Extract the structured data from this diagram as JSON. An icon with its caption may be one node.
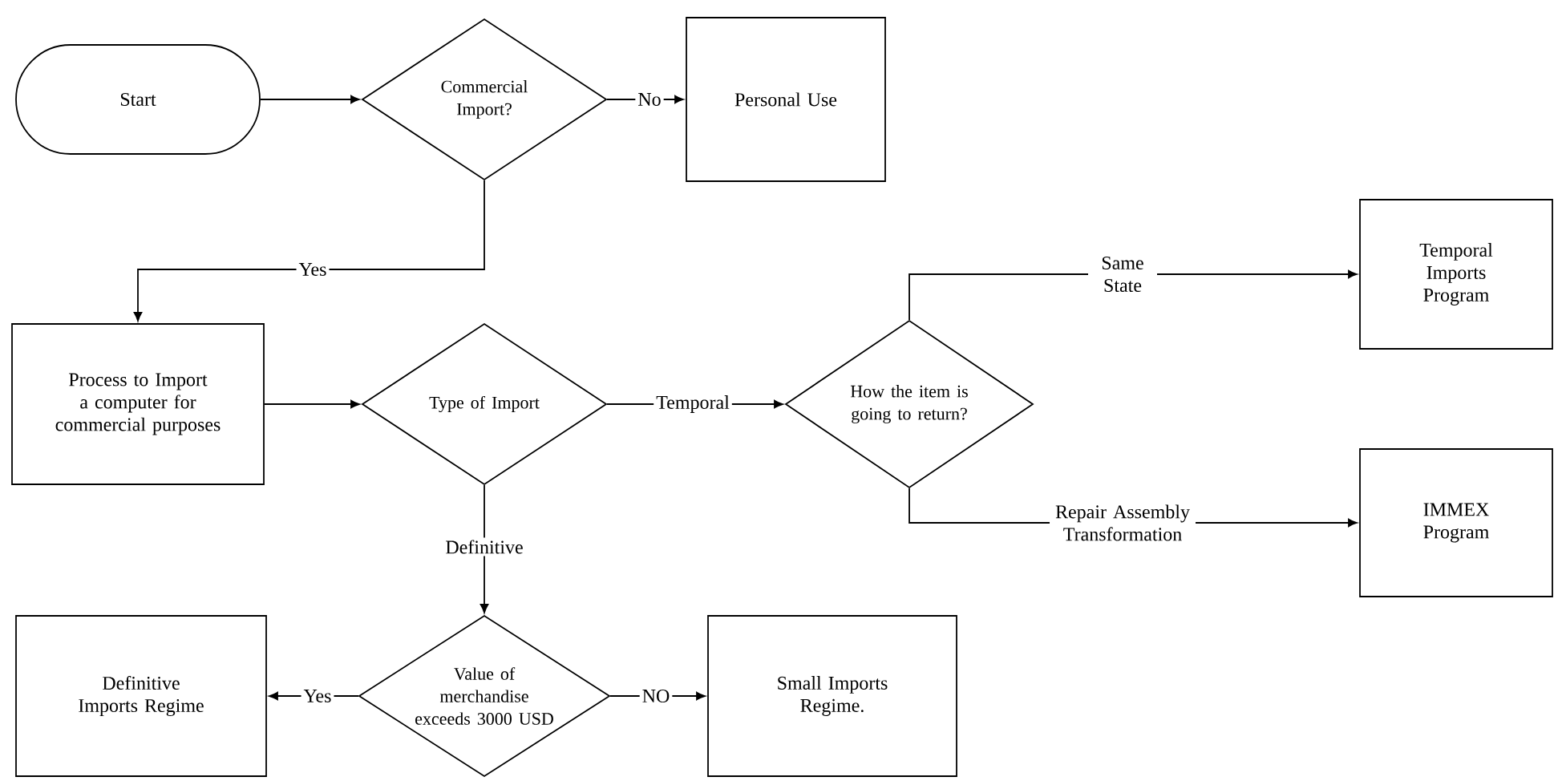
{
  "diagram": {
    "nodes": [
      {
        "text": [
          "Start"
        ]
      },
      {
        "text": [
          "Commercial Import?"
        ]
      },
      {
        "text": [
          "Personal Use"
        ]
      },
      {
        "text": [
          "Process to Import a computer for commercial purposes"
        ]
      },
      {
        "text": [
          "Type of Import"
        ]
      },
      {
        "text": [
          "How the item is going to return?"
        ]
      },
      {
        "text": [
          "Temporal Imports Program"
        ]
      },
      {
        "text": [
          "IMMEX Program"
        ]
      },
      {
        "text": [
          "Value of merchandise exceeds 3000 USD"
        ]
      },
      {
        "text": [
          "Definitive Imports Regime"
        ]
      },
      {
        "text": [
          "Small Imports Regime."
        ]
      }
    ],
    "edges": [
      {
        "from": 0,
        "to": 1,
        "arrow": "to"
      },
      {
        "from": 1,
        "to": 2,
        "arrow": "to",
        "label": "No"
      },
      {
        "from": 1,
        "to": 3,
        "arrow": "to",
        "label": "Yes"
      },
      {
        "from": 3,
        "to": 4,
        "arrow": "to"
      },
      {
        "from": 4,
        "to": 5,
        "arrow": "to",
        "label": "Temporal"
      },
      {
        "from": 5,
        "to": 6,
        "arrow": "to",
        "label": "Same State"
      },
      {
        "from": 5,
        "to": 7,
        "arrow": "to",
        "label": "Repair Assembly Transformation"
      },
      {
        "from": 4,
        "to": 8,
        "arrow": "to",
        "label": "Definitive"
      },
      {
        "from": 8,
        "to": 9,
        "arrow": "to",
        "label": "Yes"
      },
      {
        "from": 8,
        "to": 10,
        "arrow": "to",
        "label": "NO"
      }
    ]
  }
}
